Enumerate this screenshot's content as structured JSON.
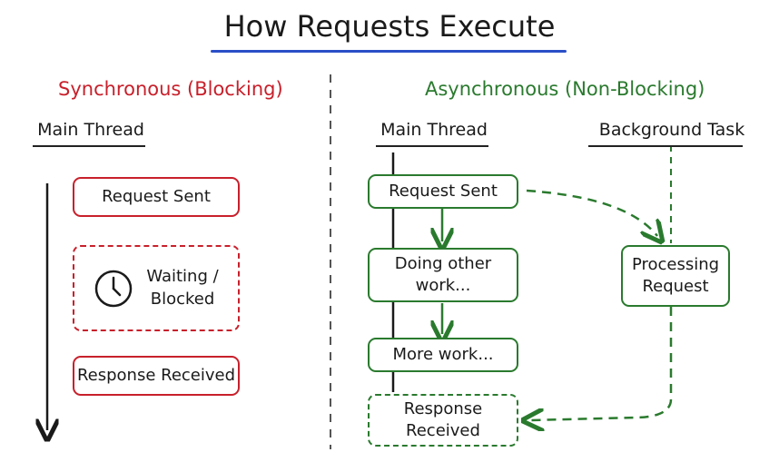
{
  "title": "How Requests Execute",
  "sync": {
    "heading": "Synchronous (Blocking)",
    "column": "Main Thread",
    "steps": [
      "Request Sent",
      "Waiting /\nBlocked",
      "Response Received"
    ]
  },
  "async": {
    "heading": "Asynchronous (Non-Blocking)",
    "main_column": "Main Thread",
    "bg_column": "Background Task",
    "main_steps": [
      "Request Sent",
      "Doing other\nwork...",
      "More work...",
      "Response\nReceived"
    ],
    "bg_step": "Processing\nRequest"
  },
  "icons": {
    "waiting": "clock-icon"
  },
  "colors": {
    "sync": "#c8202b",
    "async": "#2a7a2e",
    "title_underline": "#2b4fc7"
  }
}
